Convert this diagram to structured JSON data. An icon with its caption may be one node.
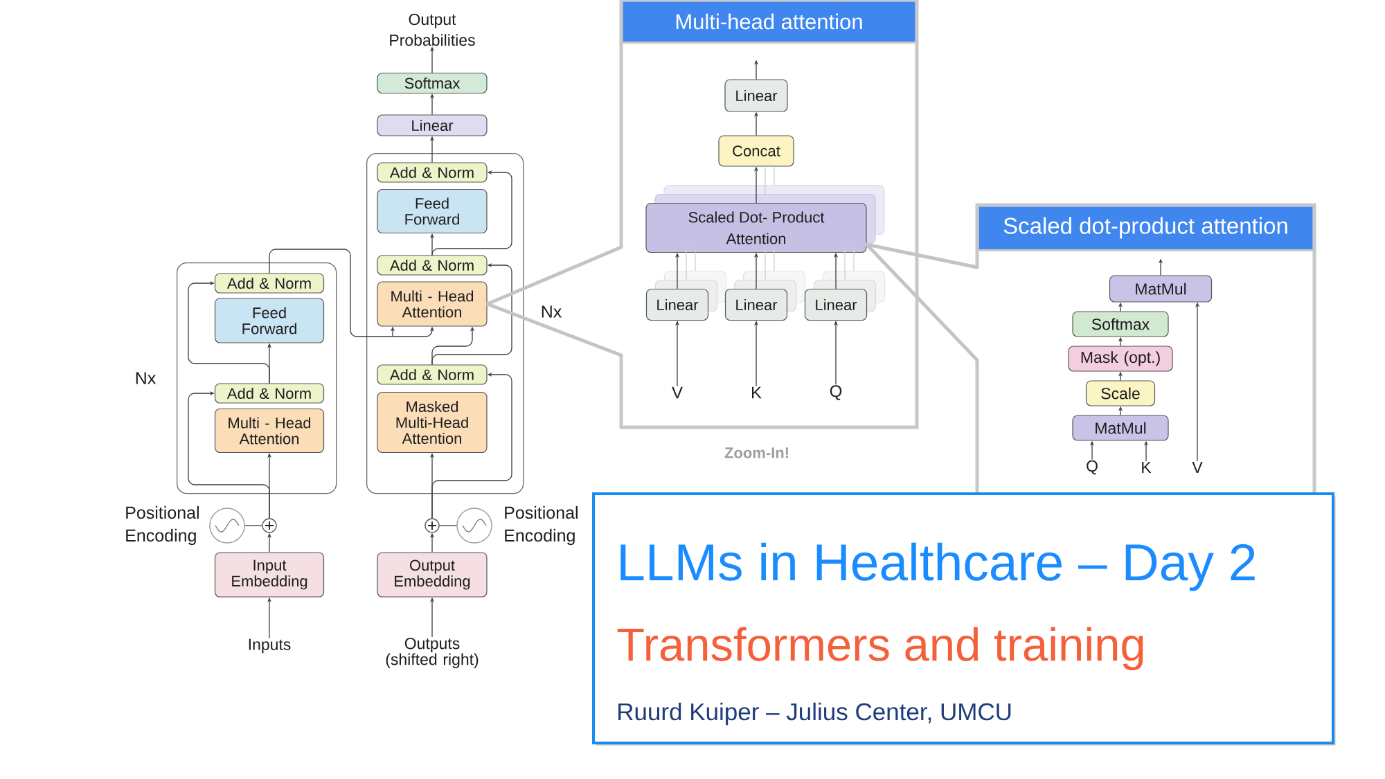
{
  "diagram": {
    "nodes": [
      {
        "text": [
          "Nx"
        ]
      },
      {
        "text": [
          "Add & Norm"
        ],
        "in": 0
      },
      {
        "text": [
          "Feed Forward"
        ],
        "in": 0
      },
      {
        "text": [
          "Add & Norm"
        ],
        "in": 0
      },
      {
        "text": [
          "Multi - Head Attention"
        ],
        "in": 0
      },
      {
        "text": [],
        "shape": "circle",
        "beside": [
          "Positional Encoding"
        ]
      },
      {
        "text": [],
        "shape": "circle"
      },
      {
        "text": [
          "Input Embedding"
        ]
      },
      {
        "text": [
          "Inputs"
        ]
      },
      {
        "text": [
          "Output Probabilities"
        ]
      },
      {
        "text": [
          "Softmax"
        ]
      },
      {
        "text": [
          "Linear"
        ]
      },
      {
        "text": [
          "Nx"
        ]
      },
      {
        "text": [
          "Add & Norm"
        ],
        "in": 12
      },
      {
        "text": [
          "Feed Forward"
        ],
        "in": 12
      },
      {
        "text": [
          "Add & Norm"
        ],
        "in": 12
      },
      {
        "text": [
          "Multi - Head Attention"
        ],
        "in": 12
      },
      {
        "text": [
          "Add & Norm"
        ],
        "in": 12
      },
      {
        "text": [
          "Masked Multi-Head Attention"
        ],
        "in": 12
      },
      {
        "text": [],
        "shape": "circle"
      },
      {
        "text": [],
        "shape": "circle",
        "beside": [
          "Positional Encoding"
        ]
      },
      {
        "text": [
          "Output Embedding"
        ]
      },
      {
        "text": [
          "Outputs (shifted right)"
        ]
      },
      {
        "text": [
          "Multi-head attention"
        ]
      },
      {
        "text": [
          "Linear"
        ],
        "in": 23
      },
      {
        "text": [
          "Concat"
        ],
        "in": 23
      },
      {
        "text": [
          "Scaled Dot- Product Attention"
        ],
        "in": 23
      },
      {
        "text": [
          "Linear"
        ],
        "in": 23
      },
      {
        "text": [
          "Linear"
        ],
        "in": 23
      },
      {
        "text": [
          "Linear"
        ],
        "in": 23
      },
      {
        "text": [
          "V"
        ],
        "in": 23
      },
      {
        "text": [
          "K"
        ],
        "in": 23
      },
      {
        "text": [
          "Q"
        ],
        "in": 23
      },
      {
        "text": [
          "Scaled dot-product attention"
        ]
      },
      {
        "text": [
          "MatMul"
        ],
        "in": 33
      },
      {
        "text": [
          "Softmax"
        ],
        "in": 33
      },
      {
        "text": [
          "Mask (opt.)"
        ],
        "in": 33
      },
      {
        "text": [
          "Scale"
        ],
        "in": 33
      },
      {
        "text": [
          "MatMul"
        ],
        "in": 33
      },
      {
        "text": [
          "Q"
        ],
        "in": 33
      },
      {
        "text": [
          "K"
        ],
        "in": 33
      },
      {
        "text": [
          "V"
        ],
        "in": 33
      },
      {
        "text": [
          "LLMs in Healthcare – Day 2",
          "Transformers and training",
          "Ruurd Kuiper – Julius Center, UMCU"
        ]
      }
    ],
    "edges": [
      {
        "from": 8,
        "to": 7,
        "arrow": "to"
      },
      {
        "from": 7,
        "to": 6,
        "arrow": "to"
      },
      {
        "from": 5,
        "to": 6,
        "arrow": "none"
      },
      {
        "from": 6,
        "to": 4,
        "arrow": "to"
      },
      {
        "from": 6,
        "to": 3,
        "arrow": "to"
      },
      {
        "from": 3,
        "to": 2,
        "arrow": "to"
      },
      {
        "from": 3,
        "to": 1,
        "arrow": "to"
      },
      {
        "from": 1,
        "to": 16,
        "arrow": "to"
      },
      {
        "from": 22,
        "to": 21,
        "arrow": "to"
      },
      {
        "from": 21,
        "to": 19,
        "arrow": "to"
      },
      {
        "from": 20,
        "to": 19,
        "arrow": "none"
      },
      {
        "from": 19,
        "to": 18,
        "arrow": "to"
      },
      {
        "from": 19,
        "to": 17,
        "arrow": "to"
      },
      {
        "from": 17,
        "to": 16,
        "arrow": "to"
      },
      {
        "from": 17,
        "to": 15,
        "arrow": "to"
      },
      {
        "from": 15,
        "to": 14,
        "arrow": "to"
      },
      {
        "from": 15,
        "to": 13,
        "arrow": "to"
      },
      {
        "from": 13,
        "to": 11,
        "arrow": "to"
      },
      {
        "from": 11,
        "to": 10,
        "arrow": "to"
      },
      {
        "from": 10,
        "to": 9,
        "arrow": "to"
      },
      {
        "from": 16,
        "to": 23,
        "arrow": "none",
        "style": "thick",
        "color": "#c4c4c4"
      },
      {
        "from": 30,
        "to": 27,
        "arrow": "to"
      },
      {
        "from": 31,
        "to": 28,
        "arrow": "to"
      },
      {
        "from": 32,
        "to": 29,
        "arrow": "to"
      },
      {
        "from": 27,
        "to": 26,
        "arrow": "to"
      },
      {
        "from": 28,
        "to": 26,
        "arrow": "to"
      },
      {
        "from": 29,
        "to": 26,
        "arrow": "to"
      },
      {
        "from": 26,
        "to": 25,
        "arrow": "to"
      },
      {
        "from": 25,
        "to": 24,
        "arrow": "to"
      },
      {
        "from": 24,
        "to": null,
        "arrow": "to"
      },
      {
        "from": 26,
        "to": 33,
        "arrow": "none",
        "style": "thick",
        "color": "#c4c4c4"
      },
      {
        "from": 39,
        "to": 38,
        "arrow": "to"
      },
      {
        "from": 40,
        "to": 38,
        "arrow": "to"
      },
      {
        "from": 41,
        "to": 34,
        "arrow": "to"
      },
      {
        "from": 38,
        "to": 37,
        "arrow": "to"
      },
      {
        "from": 37,
        "to": 36,
        "arrow": "to"
      },
      {
        "from": 36,
        "to": 35,
        "arrow": "to"
      },
      {
        "from": 35,
        "to": 34,
        "arrow": "to"
      },
      {
        "from": 34,
        "to": null,
        "arrow": "to"
      },
      {
        "from": 27,
        "to": 26,
        "arrow": "none",
        "color": "#cdcdcd"
      },
      {
        "from": 27,
        "to": 26,
        "arrow": "none",
        "color": "#cdcdcd"
      },
      {
        "from": 28,
        "to": 26,
        "arrow": "none",
        "color": "#cdcdcd"
      },
      {
        "from": 28,
        "to": 26,
        "arrow": "none",
        "color": "#cdcdcd"
      },
      {
        "from": 29,
        "to": 26,
        "arrow": "none",
        "color": "#cdcdcd"
      },
      {
        "from": 29,
        "to": 26,
        "arrow": "none",
        "color": "#cdcdcd"
      },
      {
        "from": 26,
        "to": 25,
        "arrow": "none",
        "color": "#cdcdcd"
      },
      {
        "from": 26,
        "to": 25,
        "arrow": "none",
        "color": "#cdcdcd"
      }
    ],
    "labels": [
      "Zoom-In!"
    ]
  }
}
